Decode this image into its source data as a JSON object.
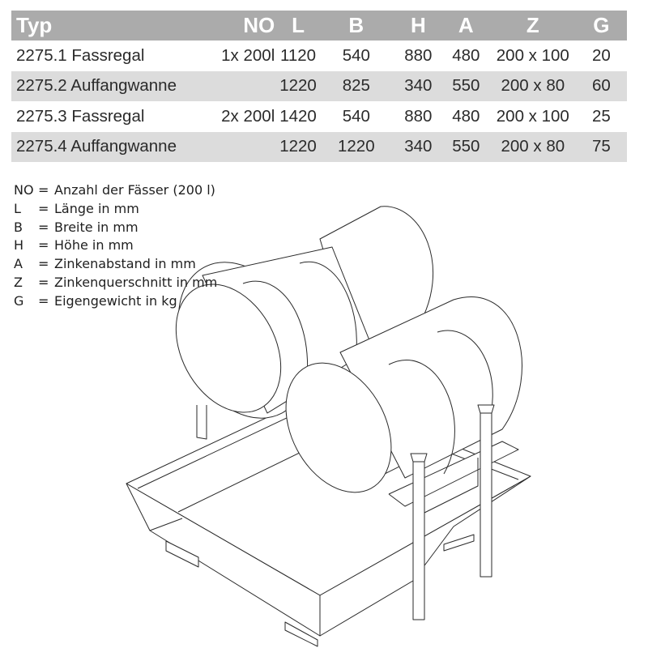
{
  "table": {
    "headers": [
      "Typ",
      "NO",
      "L",
      "B",
      "H",
      "A",
      "Z",
      "G"
    ],
    "rows": [
      {
        "typ": "2275.1 Fassregal",
        "no": "1x 200l",
        "l": "1120",
        "b": "540",
        "h": "880",
        "a": "480",
        "z": "200 x 100",
        "g": "20"
      },
      {
        "typ": "2275.2 Auffangwanne",
        "no": "",
        "l": "1220",
        "b": "825",
        "h": "340",
        "a": "550",
        "z": "200 x 80",
        "g": "60"
      },
      {
        "typ": "2275.3 Fassregal",
        "no": "2x 200l",
        "l": "1420",
        "b": "540",
        "h": "880",
        "a": "480",
        "z": "200 x 100",
        "g": "25"
      },
      {
        "typ": "2275.4 Auffangwanne",
        "no": "",
        "l": "1220",
        "b": "1220",
        "h": "340",
        "a": "550",
        "z": "200 x 80",
        "g": "75"
      }
    ],
    "header_bg": "#ababab",
    "stripe_bg": "#dcdcdc"
  },
  "legend": [
    {
      "key": "NO",
      "eq": "=",
      "text": "Anzahl der Fässer (200 l)"
    },
    {
      "key": "L",
      "eq": "=",
      "text": "Länge in mm"
    },
    {
      "key": "B",
      "eq": "=",
      "text": "Breite in mm"
    },
    {
      "key": "H",
      "eq": "=",
      "text": "Höhe in mm"
    },
    {
      "key": "A",
      "eq": "=",
      "text": "Zinkenabstand in mm"
    },
    {
      "key": "Z",
      "eq": "=",
      "text": "Zinkenquerschnitt in mm"
    },
    {
      "key": "G",
      "eq": "=",
      "text": "Eigengewicht in kg"
    }
  ],
  "illustration": {
    "subject": "drum-rack-with-spill-tray",
    "drum_count": 2
  }
}
